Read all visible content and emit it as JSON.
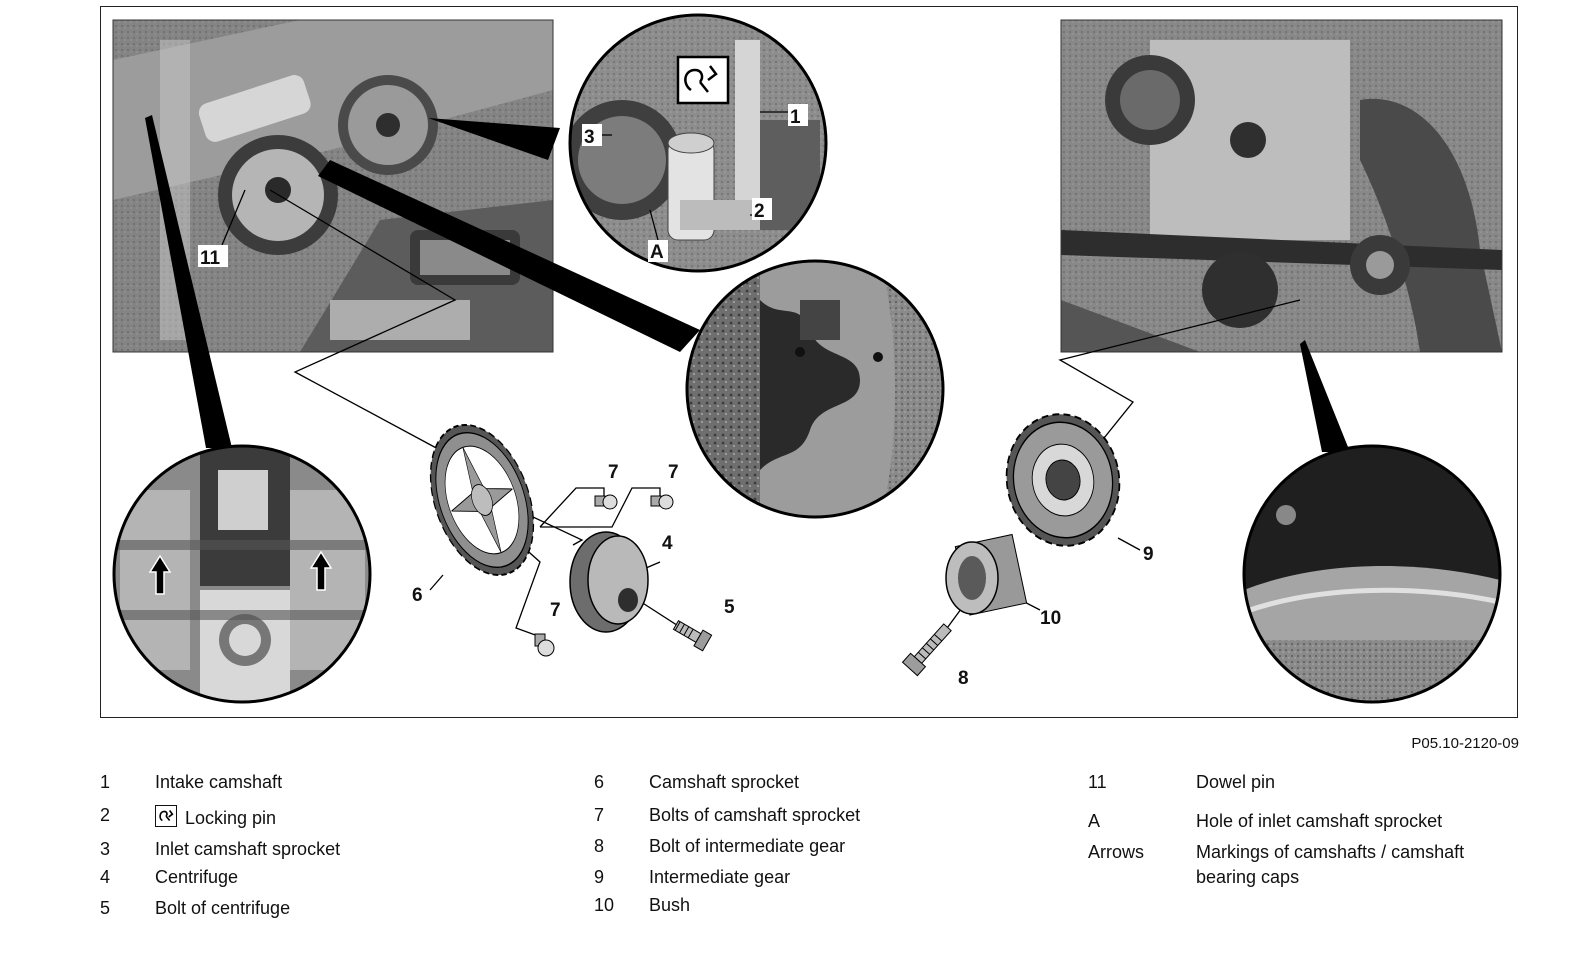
{
  "figure_code": "P05.10-2120-09",
  "callouts": {
    "c1": "1",
    "c2": "2",
    "c3": "3",
    "cA": "A",
    "c11": "11",
    "c4": "4",
    "c5": "5",
    "c6": "6",
    "c7a": "7",
    "c7b": "7",
    "c7c": "7",
    "c8": "8",
    "c9": "9",
    "c10": "10"
  },
  "legend": {
    "col1": [
      {
        "num": "1",
        "text": "Intake camshaft"
      },
      {
        "num": "2",
        "text": "Locking pin",
        "icon": "special-tool-icon"
      },
      {
        "num": "3",
        "text": "Inlet camshaft sprocket"
      },
      {
        "num": "4",
        "text": "Centrifuge"
      },
      {
        "num": "5",
        "text": "Bolt of centrifuge"
      }
    ],
    "col2": [
      {
        "num": "6",
        "text": "Camshaft sprocket"
      },
      {
        "num": "7",
        "text": "Bolts of camshaft sprocket"
      },
      {
        "num": "8",
        "text": "Bolt of intermediate gear"
      },
      {
        "num": "9",
        "text": "Intermediate gear"
      },
      {
        "num": "10",
        "text": "Bush"
      }
    ],
    "col3": [
      {
        "num": "11",
        "text": "Dowel pin"
      },
      {
        "num": "A",
        "text": "Hole of inlet camshaft sprocket"
      },
      {
        "num": "Arrows",
        "text": "Markings of camshafts / camshaft",
        "text2": "bearing caps"
      }
    ]
  }
}
